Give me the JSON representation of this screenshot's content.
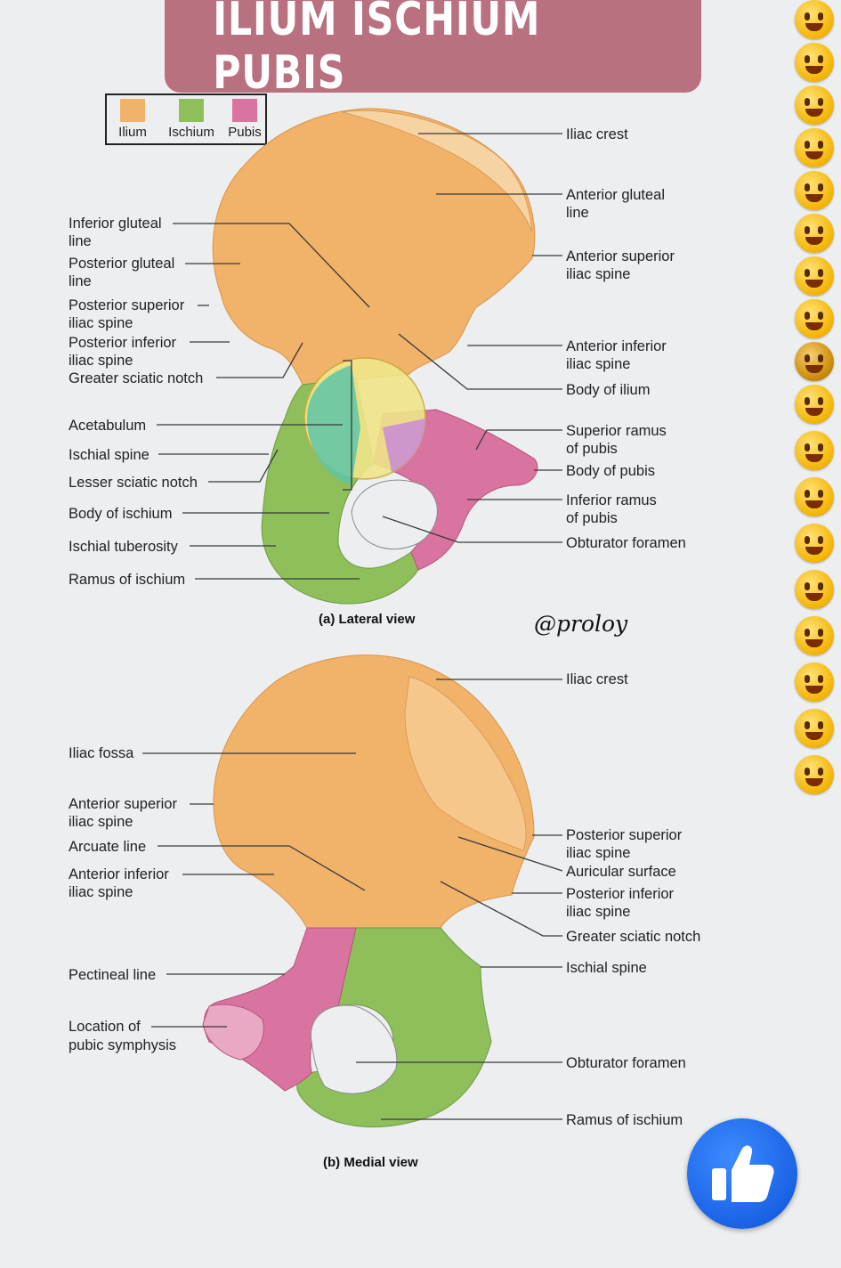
{
  "title": "ILIUM ISCHIUM PUBIS",
  "legend": [
    {
      "label": "Ilium",
      "color": "#f1b26a"
    },
    {
      "label": "Ischium",
      "color": "#8fbf5a"
    },
    {
      "label": "Pubis",
      "color": "#d9739f"
    }
  ],
  "lateral": {
    "caption": "(a) Lateral view",
    "labels_left": [
      [
        "Inferior gluteal",
        "line"
      ],
      [
        "Posterior gluteal",
        "line"
      ],
      [
        "Posterior superior",
        "iliac spine"
      ],
      [
        "Posterior inferior",
        "iliac spine"
      ],
      [
        "Greater sciatic notch"
      ],
      [
        "Acetabulum"
      ],
      [
        "Ischial spine"
      ],
      [
        "Lesser sciatic notch"
      ],
      [
        "Body of ischium"
      ],
      [
        "Ischial tuberosity"
      ],
      [
        "Ramus of ischium"
      ]
    ],
    "labels_right": [
      [
        "Iliac crest"
      ],
      [
        "Anterior gluteal",
        "line"
      ],
      [
        "Anterior superior",
        "iliac spine"
      ],
      [
        "Anterior inferior",
        "iliac spine"
      ],
      [
        "Body of ilium"
      ],
      [
        "Superior ramus",
        "of pubis"
      ],
      [
        "Body of pubis"
      ],
      [
        "Inferior ramus",
        "of pubis"
      ],
      [
        "Obturator foramen"
      ]
    ]
  },
  "medial": {
    "caption": "(b) Medial view",
    "labels_left": [
      [
        "Iliac fossa"
      ],
      [
        "Anterior superior",
        "iliac spine"
      ],
      [
        "Arcuate line"
      ],
      [
        "Anterior inferior",
        "iliac spine"
      ],
      [
        "Pectineal line"
      ],
      [
        "Location of",
        "pubic symphysis"
      ]
    ],
    "labels_right": [
      [
        "Iliac crest"
      ],
      [
        "Posterior superior",
        "iliac spine"
      ],
      [
        "Auricular surface"
      ],
      [
        "Posterior inferior",
        "iliac spine"
      ],
      [
        "Greater sciatic notch"
      ],
      [
        "Ischial spine"
      ],
      [
        "Obturator foramen"
      ],
      [
        "Ramus of ischium"
      ]
    ]
  },
  "watermark": "@proloy",
  "colors": {
    "ilium": "#f1b26a",
    "ischium": "#8fbf5a",
    "pubis": "#d9739f",
    "banner": "#b9707f",
    "background": "#eceef0"
  }
}
